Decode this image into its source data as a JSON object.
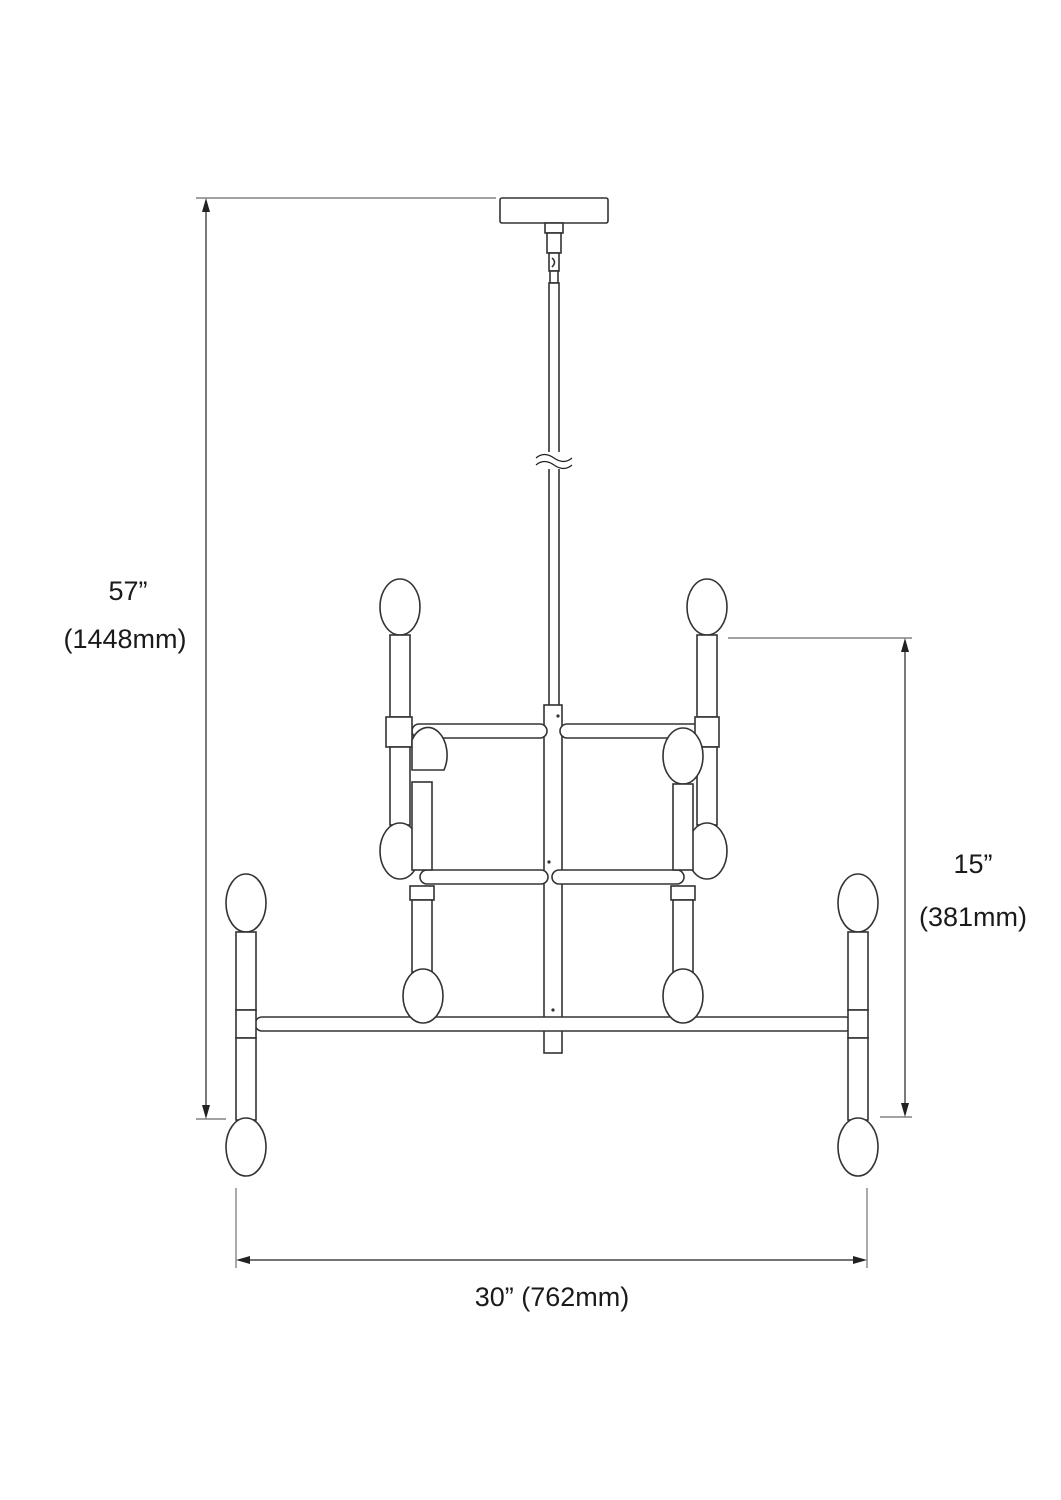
{
  "dimensions": {
    "overall_height": {
      "imperial": "57”",
      "metric": "(1448mm)"
    },
    "body_height": {
      "imperial": "15”",
      "metric": "(381mm)"
    },
    "width": {
      "label": "30” (762mm)"
    }
  },
  "colors": {
    "line": "#333333",
    "background": "#ffffff"
  }
}
